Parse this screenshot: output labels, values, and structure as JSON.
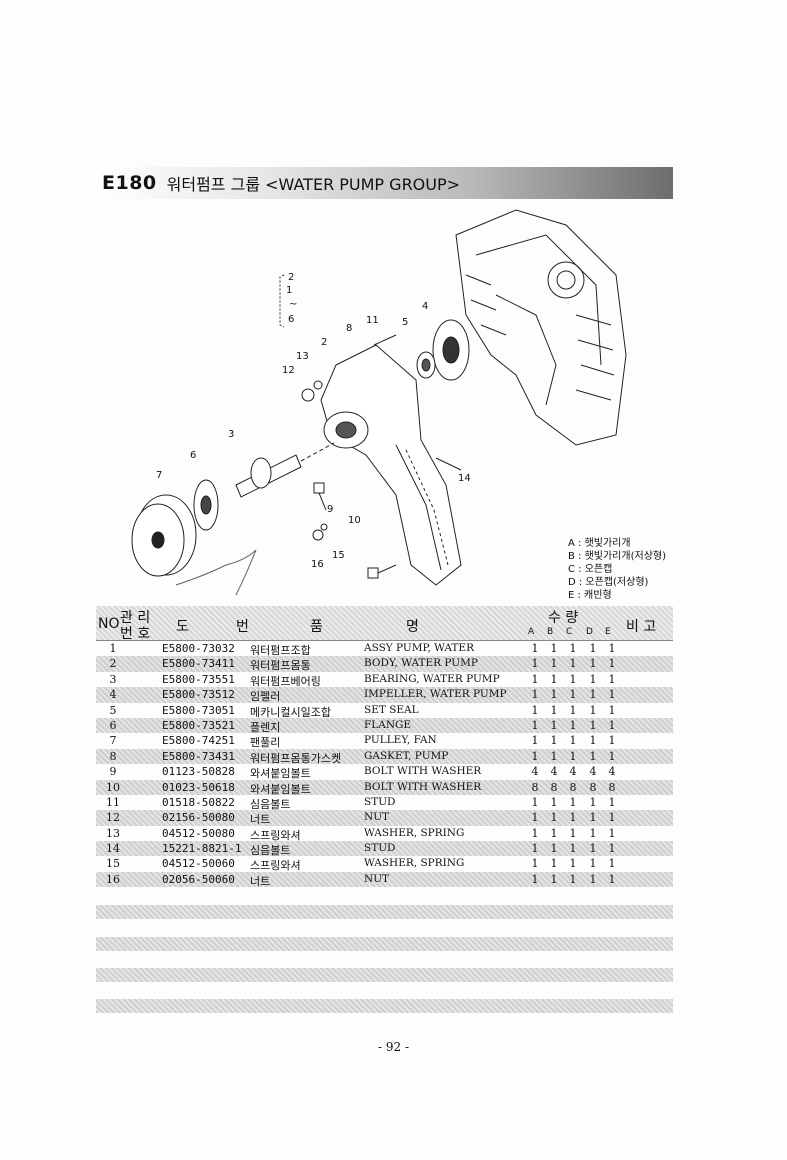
{
  "header": {
    "code": "E180",
    "title": "워터펌프 그룹 <WATER PUMP GROUP>"
  },
  "legend": [
    "A : 햇빛가리개",
    "B : 햇빛가리개(저상형)",
    "C : 오픈캡",
    "D : 오픈캡(저상형)",
    "E : 캐빈형"
  ],
  "diagram": {
    "callouts": [
      "1",
      "2",
      "~",
      "6",
      "2",
      "3",
      "4",
      "5",
      "6",
      "7",
      "8",
      "9",
      "10",
      "11",
      "12",
      "13",
      "14",
      "15",
      "16"
    ]
  },
  "table": {
    "headers": {
      "no": "NO",
      "mgmt_top": "관 리",
      "mgmt_bottom": "번 호",
      "drawing": "도",
      "number": "번",
      "product": "품",
      "name": "명",
      "qty": "수  량",
      "remarks": "비 고",
      "qty_cols": [
        "A",
        "B",
        "C",
        "D",
        "E"
      ]
    },
    "rows": [
      {
        "no": "1",
        "part": "E5800-73032",
        "ko": "워터펌프조합",
        "en": "ASSY PUMP, WATER",
        "q": [
          "1",
          "1",
          "1",
          "1",
          "1"
        ]
      },
      {
        "no": "2",
        "part": "E5800-73411",
        "ko": "워터펌프몸통",
        "en": "BODY, WATER PUMP",
        "q": [
          "1",
          "1",
          "1",
          "1",
          "1"
        ]
      },
      {
        "no": "3",
        "part": "E5800-73551",
        "ko": "워터펌프베어링",
        "en": "BEARING, WATER PUMP",
        "q": [
          "1",
          "1",
          "1",
          "1",
          "1"
        ]
      },
      {
        "no": "4",
        "part": "E5800-73512",
        "ko": "임펠러",
        "en": "IMPELLER, WATER PUMP",
        "q": [
          "1",
          "1",
          "1",
          "1",
          "1"
        ]
      },
      {
        "no": "5",
        "part": "E5800-73051",
        "ko": "메카니컬시일조합",
        "en": "SET SEAL",
        "q": [
          "1",
          "1",
          "1",
          "1",
          "1"
        ]
      },
      {
        "no": "6",
        "part": "E5800-73521",
        "ko": "플렌지",
        "en": "FLANGE",
        "q": [
          "1",
          "1",
          "1",
          "1",
          "1"
        ]
      },
      {
        "no": "7",
        "part": "E5800-74251",
        "ko": "팬풀리",
        "en": "PULLEY, FAN",
        "q": [
          "1",
          "1",
          "1",
          "1",
          "1"
        ]
      },
      {
        "no": "8",
        "part": "E5800-73431",
        "ko": "워터펌프몸통가스켓",
        "en": "GASKET, PUMP",
        "q": [
          "1",
          "1",
          "1",
          "1",
          "1"
        ]
      },
      {
        "no": "9",
        "part": "01123-50828",
        "ko": "와셔붙임볼트",
        "en": "BOLT WITH WASHER",
        "q": [
          "4",
          "4",
          "4",
          "4",
          "4"
        ]
      },
      {
        "no": "10",
        "part": "01023-50618",
        "ko": "와셔붙임볼트",
        "en": "BOLT WITH WASHER",
        "q": [
          "8",
          "8",
          "8",
          "8",
          "8"
        ]
      },
      {
        "no": "11",
        "part": "01518-50822",
        "ko": "심음볼트",
        "en": "STUD",
        "q": [
          "1",
          "1",
          "1",
          "1",
          "1"
        ]
      },
      {
        "no": "12",
        "part": "02156-50080",
        "ko": "너트",
        "en": "NUT",
        "q": [
          "1",
          "1",
          "1",
          "1",
          "1"
        ]
      },
      {
        "no": "13",
        "part": "04512-50080",
        "ko": "스프링와셔",
        "en": "WASHER, SPRING",
        "q": [
          "1",
          "1",
          "1",
          "1",
          "1"
        ]
      },
      {
        "no": "14",
        "part": "15221-8821-1",
        "ko": "심음볼트",
        "en": "STUD",
        "q": [
          "1",
          "1",
          "1",
          "1",
          "1"
        ]
      },
      {
        "no": "15",
        "part": "04512-50060",
        "ko": "스프링와셔",
        "en": "WASHER, SPRING",
        "q": [
          "1",
          "1",
          "1",
          "1",
          "1"
        ]
      },
      {
        "no": "16",
        "part": "02056-50060",
        "ko": "너트",
        "en": "NUT",
        "q": [
          "1",
          "1",
          "1",
          "1",
          "1"
        ]
      }
    ]
  },
  "footer": {
    "page_number": "- 92 -"
  },
  "colors": {
    "ink": "#111111",
    "shade": "#d8d8d8",
    "bar_dark": "#6d6d6d"
  }
}
